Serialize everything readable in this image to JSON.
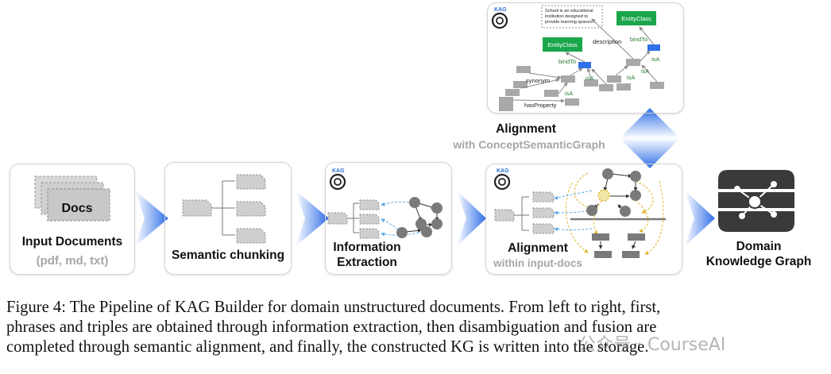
{
  "stages": {
    "input": {
      "docs_label": "Docs",
      "title": "Input Documents",
      "subtitle": "(pdf, md, txt)"
    },
    "chunking": {
      "title": "Semantic chunking"
    },
    "extraction": {
      "badge": "KAG",
      "title_line1": "Information",
      "title_line2": "Extraction"
    },
    "alignment_docs": {
      "badge": "KAG",
      "title": "Alignment",
      "subtitle": "within input-docs"
    },
    "domain_kg": {
      "title_line1": "Domain",
      "title_line2": "Knowledge Graph"
    },
    "alignment_graph": {
      "badge": "KAG",
      "title": "Alignment",
      "subtitle": "with ConceptSemanticGraph",
      "note": "School is an educational institution designed to provide learning spaces...",
      "entity_class_1": "EntityClass",
      "entity_class_2": "EntityClass",
      "edge_description": "description",
      "edge_bindto_1": "bindTo",
      "edge_bindto_2": "bindTo",
      "edge_isa_1": "isA",
      "edge_isa_2": "isA",
      "edge_isa_3": "isA",
      "edge_isa_4": "isA",
      "edge_isa_5": "isA",
      "edge_synonym": "synonym",
      "edge_hasproperty": "hasProperty"
    }
  },
  "caption": {
    "line1": "Figure 4: The Pipeline of KAG Builder for domain unstructured documents. From left to right, first,",
    "line2": "phrases and triples are obtained through information extraction, then disambiguation and fusion are",
    "line3": "completed through semantic alignment, and finally, the constructed KG is written into the storage."
  },
  "watermark": "公众号 · CourseAI",
  "colors": {
    "accent_blue": "#2f6fe8",
    "entity_green": "#1aa64b",
    "node_gray": "#7a7a7a",
    "dashed_yellow": "#e2b52a",
    "dashed_blue": "#5aa8e8",
    "label_gray": "#a6a6a6"
  }
}
